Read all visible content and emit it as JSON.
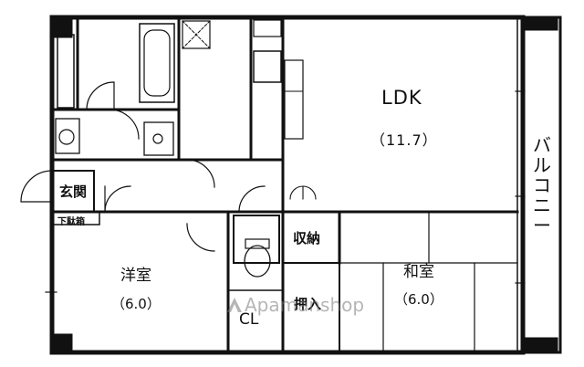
{
  "rooms": {
    "ldk": {
      "name": "LDK",
      "size": "（11.7）"
    },
    "western": {
      "name": "洋室",
      "size": "（6.0）"
    },
    "japanese": {
      "name": "和室",
      "size": "（6.0）"
    },
    "balcony": {
      "name": "バルコニー"
    },
    "entrance": {
      "name": "玄関"
    },
    "shoe_box": {
      "name": "下駄箱"
    },
    "storage": {
      "name": "収納"
    },
    "closet": {
      "name": "CL"
    },
    "oshiire": {
      "name": "押入"
    }
  },
  "watermark": {
    "text": "Apamanshop"
  }
}
